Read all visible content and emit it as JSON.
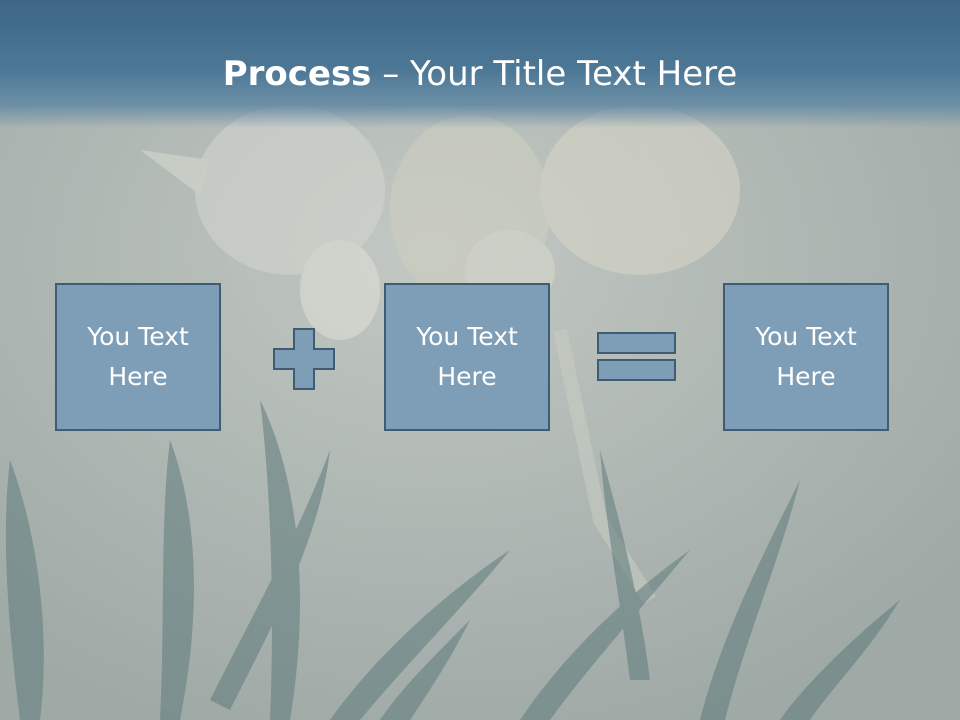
{
  "slide": {
    "title_bold": "Process",
    "title_rest": " – Your Title Text Here"
  },
  "boxes": [
    {
      "label": "You Text Here"
    },
    {
      "label": "You Text Here"
    },
    {
      "label": "You Text Here"
    }
  ],
  "operators": [
    "plus-icon",
    "equals-icon"
  ],
  "colors": {
    "title_bar": "#4c7896",
    "box_fill": "#7e9eb7",
    "box_border": "#3f5c73",
    "text": "#ffffff"
  }
}
